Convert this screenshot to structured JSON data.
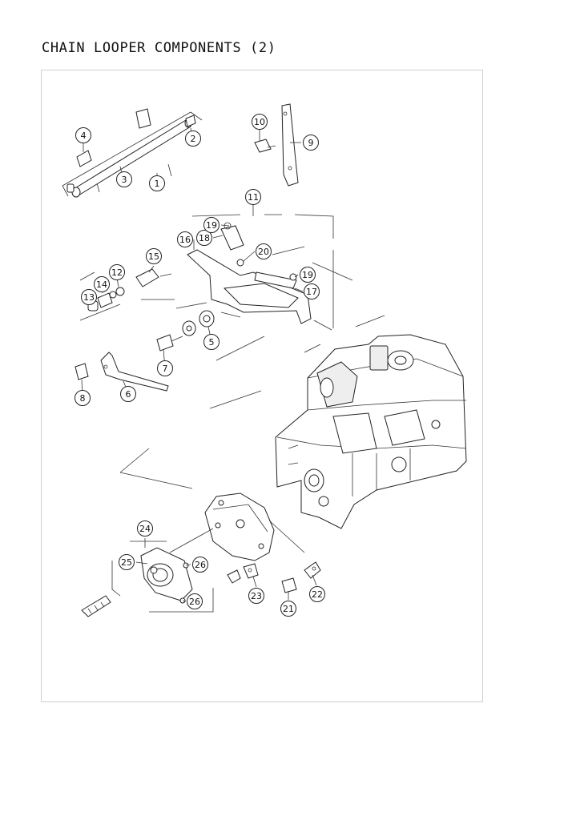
{
  "title": "CHAIN LOOPER COMPONENTS (2)",
  "callouts": [
    "1",
    "2",
    "3",
    "4",
    "5",
    "6",
    "7",
    "8",
    "9",
    "10",
    "11",
    "12",
    "13",
    "14",
    "15",
    "16",
    "17",
    "18",
    "19",
    "19",
    "20",
    "21",
    "22",
    "23",
    "24",
    "25",
    "26",
    "26"
  ]
}
